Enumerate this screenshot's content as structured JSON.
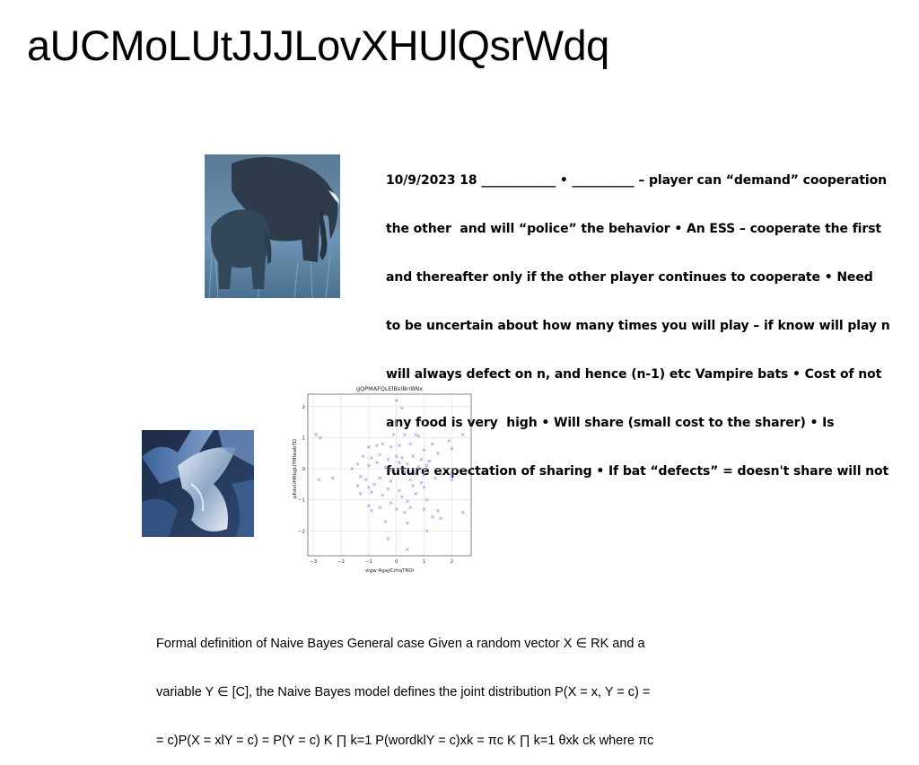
{
  "title": "aUCMoLUtJJJLovXHUlQsrWdq",
  "bold_lines": [
    "10/9/2023 18 ____________ • __________ – player can “demand” cooperation",
    "the other  and will “police” the behavior • An ESS – cooperate the first",
    "and thereafter only if the other player continues to cooperate • Need",
    "to be uncertain about how many times you will play – if know will play n",
    "will always defect on n, and hence (n-1) etc Vampire bats • Cost of not",
    "any food is very  high • Will share (small cost to the sharer) • Is",
    "future expectation of sharing • If bat “defects” = doesn't share will not"
  ],
  "naive_lines": [
    "Formal definition of Naive Bayes General case Given a random vector X ∈ RK and a",
    "variable Y ∈ [C], the Naive Bayes model defines the joint distribution P(X = x, Y = c) =",
    "= c)P(X = xlY = c) = P(Y = c) K ∏ k=1 P(wordklY = c)xk = πc K ∏ k=1 θxk ck where πc"
  ],
  "images": {
    "elephants": "elephant-photo",
    "abstract": "abstract-render"
  },
  "chart_data": {
    "type": "scatter",
    "title": "gQPMAFQLElBslBrrBNx",
    "xlabel": "vigw AgajlCrhqTRDl",
    "ylabel": "pEdvUHRbgLITMlwabTD",
    "xlim": [
      -3.2,
      2.7
    ],
    "ylim": [
      -2.8,
      2.4
    ],
    "xticks": [
      -3,
      -2,
      -1,
      0,
      1,
      2
    ],
    "yticks": [
      -2,
      -1,
      0,
      1,
      2
    ],
    "grid": true,
    "marker": "x",
    "color": "#6a6ae0",
    "points": [
      [
        0.0,
        2.2
      ],
      [
        0.2,
        1.95
      ],
      [
        -2.9,
        1.1
      ],
      [
        -2.75,
        1.0
      ],
      [
        2.4,
        1.1
      ],
      [
        -0.3,
        1.4
      ],
      [
        -0.1,
        1.1
      ],
      [
        0.3,
        1.1
      ],
      [
        0.8,
        1.05
      ],
      [
        0.7,
        1.1
      ],
      [
        1.9,
        0.9
      ],
      [
        1.3,
        0.8
      ],
      [
        -1.0,
        0.7
      ],
      [
        -0.7,
        0.75
      ],
      [
        -0.5,
        0.8
      ],
      [
        -0.2,
        0.7
      ],
      [
        0.1,
        0.75
      ],
      [
        0.5,
        0.8
      ],
      [
        1.0,
        0.6
      ],
      [
        1.5,
        0.5
      ],
      [
        2.0,
        0.65
      ],
      [
        -1.2,
        0.4
      ],
      [
        -0.9,
        0.35
      ],
      [
        -0.6,
        0.45
      ],
      [
        -0.3,
        0.3
      ],
      [
        0.0,
        0.4
      ],
      [
        0.2,
        0.35
      ],
      [
        0.6,
        0.4
      ],
      [
        0.9,
        0.3
      ],
      [
        1.2,
        0.25
      ],
      [
        -1.4,
        0.15
      ],
      [
        -1.0,
        0.1
      ],
      [
        -0.7,
        0.2
      ],
      [
        -0.4,
        0.05
      ],
      [
        0.1,
        0.2
      ],
      [
        0.4,
        0.15
      ],
      [
        0.8,
        0.05
      ],
      [
        1.1,
        0.1
      ],
      [
        -1.6,
        0.0
      ],
      [
        -0.2,
        -0.05
      ],
      [
        0.3,
        -0.1
      ],
      [
        0.7,
        -0.15
      ],
      [
        1.0,
        -0.2
      ],
      [
        1.6,
        -0.15
      ],
      [
        2.0,
        -0.2
      ],
      [
        -2.8,
        -0.35
      ],
      [
        -2.3,
        -0.3
      ],
      [
        -1.3,
        -0.25
      ],
      [
        -1.1,
        -0.35
      ],
      [
        -0.6,
        -0.3
      ],
      [
        -0.2,
        -0.4
      ],
      [
        0.5,
        -0.35
      ],
      [
        0.9,
        -0.45
      ],
      [
        1.4,
        -0.3
      ],
      [
        2.0,
        -0.35
      ],
      [
        -1.4,
        -0.55
      ],
      [
        -1.0,
        -0.6
      ],
      [
        -0.8,
        -0.5
      ],
      [
        -0.3,
        -0.65
      ],
      [
        0.1,
        -0.7
      ],
      [
        0.6,
        -0.55
      ],
      [
        1.0,
        -0.6
      ],
      [
        -1.3,
        -0.8
      ],
      [
        -0.9,
        -0.75
      ],
      [
        -0.5,
        -0.85
      ],
      [
        0.2,
        -0.9
      ],
      [
        0.7,
        -0.8
      ],
      [
        -0.2,
        -1.1
      ],
      [
        0.4,
        -1.05
      ],
      [
        1.1,
        -1.0
      ],
      [
        -1.0,
        -1.2
      ],
      [
        -0.6,
        -1.25
      ],
      [
        0.0,
        -1.3
      ],
      [
        0.5,
        -1.25
      ],
      [
        1.0,
        -1.3
      ],
      [
        1.5,
        -1.35
      ],
      [
        2.4,
        -1.4
      ],
      [
        -0.9,
        -1.35
      ],
      [
        0.3,
        -1.4
      ],
      [
        1.3,
        -1.55
      ],
      [
        1.6,
        -1.6
      ],
      [
        -0.4,
        -1.7
      ],
      [
        0.4,
        -1.75
      ],
      [
        1.1,
        -2.0
      ],
      [
        -0.3,
        -2.25
      ],
      [
        0.4,
        -2.6
      ]
    ]
  }
}
